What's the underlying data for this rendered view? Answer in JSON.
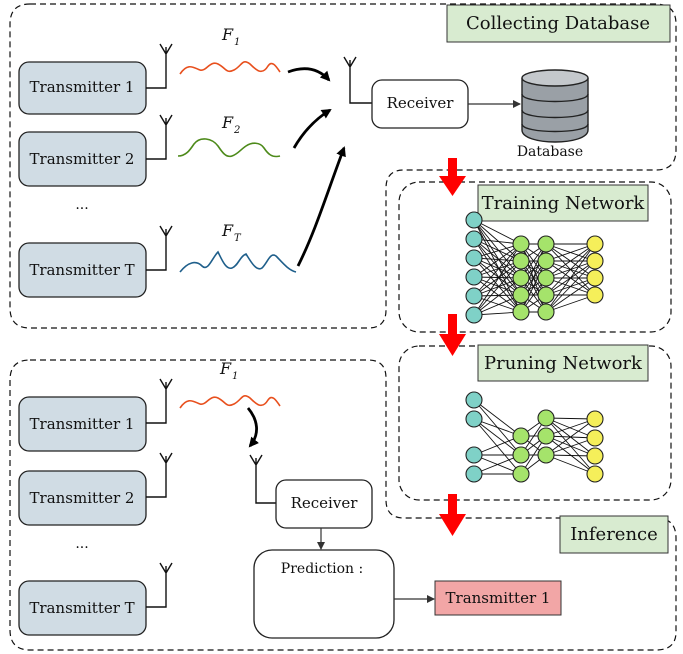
{
  "stages": {
    "collecting": "Collecting Database",
    "training": "Training Network",
    "pruning": "Pruning Network",
    "inference": "Inference"
  },
  "collecting": {
    "transmitters": [
      "Transmitter 1",
      "Transmitter 2",
      "Transmitter T"
    ],
    "ellipsis": "...",
    "signals": [
      {
        "base": "F",
        "sub": "1",
        "color": "#e8501e"
      },
      {
        "base": "F",
        "sub": "2",
        "color": "#4d8a1a"
      },
      {
        "base": "F",
        "sub": "T",
        "color": "#1f5f8b"
      }
    ],
    "receiver": "Receiver",
    "database": "Database"
  },
  "inference": {
    "transmitters": [
      "Transmitter 1",
      "Transmitter 2",
      "Transmitter T"
    ],
    "ellipsis": "...",
    "signal": {
      "base": "F",
      "sub": "1",
      "color": "#e8501e"
    },
    "receiver": "Receiver",
    "prediction_label": "Prediction :",
    "result": "Transmitter 1"
  },
  "colors": {
    "stage_label_bg": "#d8ebd0",
    "transmitter_fill": "#d0dce4",
    "result_fill": "#f2a6a6",
    "stage_arrow": "#ff0000",
    "node_input": "#7fd1c7",
    "node_hidden": "#a5e36b",
    "node_output": "#f5ef5a"
  }
}
